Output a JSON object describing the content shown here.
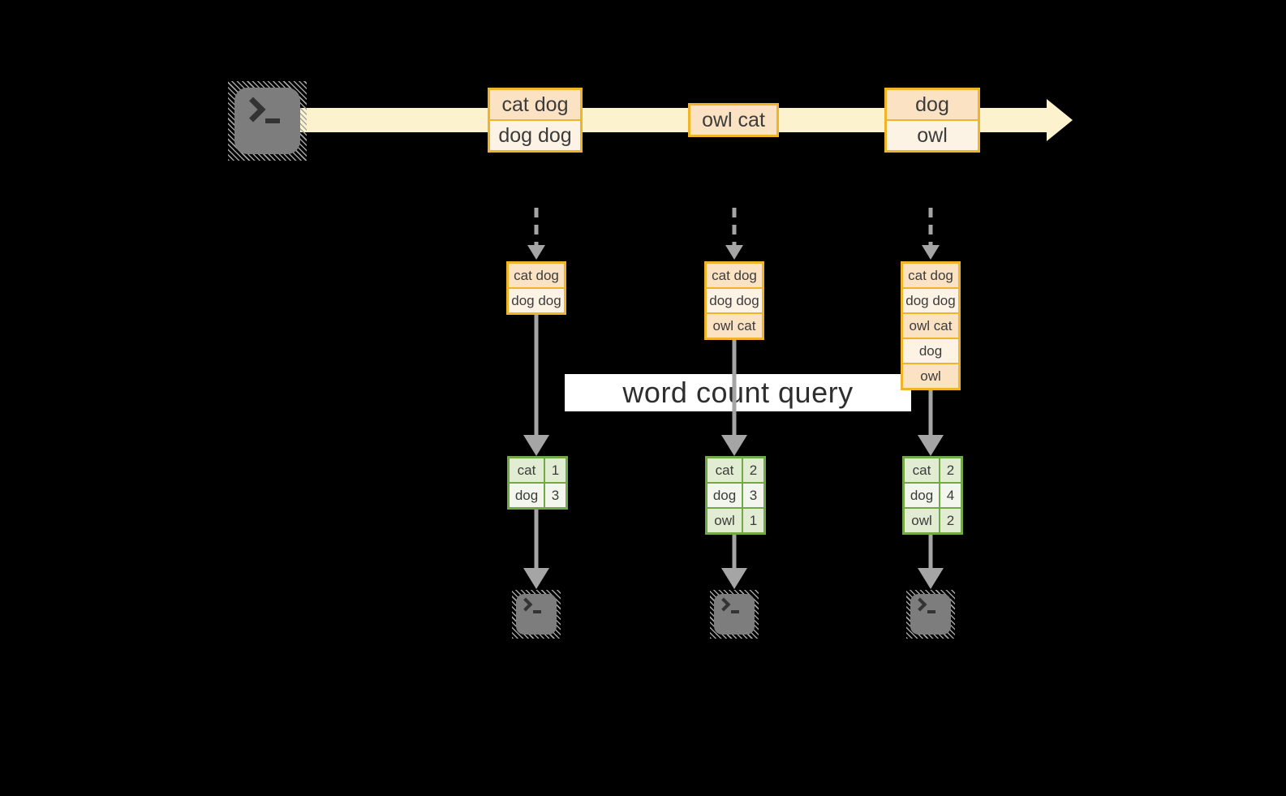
{
  "query_label": "word count query",
  "stream": {
    "source_icon": "terminal-icon",
    "events": [
      {
        "lines": [
          "cat dog",
          "dog dog"
        ]
      },
      {
        "lines": [
          "owl cat"
        ]
      },
      {
        "lines": [
          "dog",
          "owl"
        ]
      }
    ]
  },
  "windows": [
    {
      "buffer": [
        "cat dog",
        "dog dog"
      ],
      "counts": [
        {
          "word": "cat",
          "count": "1"
        },
        {
          "word": "dog",
          "count": "3"
        }
      ],
      "sink_icon": "terminal-icon"
    },
    {
      "buffer": [
        "cat dog",
        "dog dog",
        "owl cat"
      ],
      "counts": [
        {
          "word": "cat",
          "count": "2"
        },
        {
          "word": "dog",
          "count": "3"
        },
        {
          "word": "owl",
          "count": "1"
        }
      ],
      "sink_icon": "terminal-icon"
    },
    {
      "buffer": [
        "cat dog",
        "dog dog",
        "owl cat",
        "dog",
        "owl"
      ],
      "counts": [
        {
          "word": "cat",
          "count": "2"
        },
        {
          "word": "dog",
          "count": "4"
        },
        {
          "word": "owl",
          "count": "2"
        }
      ],
      "sink_icon": "terminal-icon"
    }
  ],
  "colors": {
    "background": "#000000",
    "band": "#fcf2cd",
    "gold": "#f0b428",
    "peach": "#fae2c2",
    "cream": "#fdf3e4",
    "green": "#72a846",
    "green_cell_dark": "#e1ecd2",
    "green_cell_light": "#f2f6ec",
    "arrow": "#a5a5a5",
    "icon_gray": "#7d7d7d",
    "hatch": "#a3a3a3",
    "label_bg": "#ffffff",
    "text_dark": "#3c3c3c"
  }
}
